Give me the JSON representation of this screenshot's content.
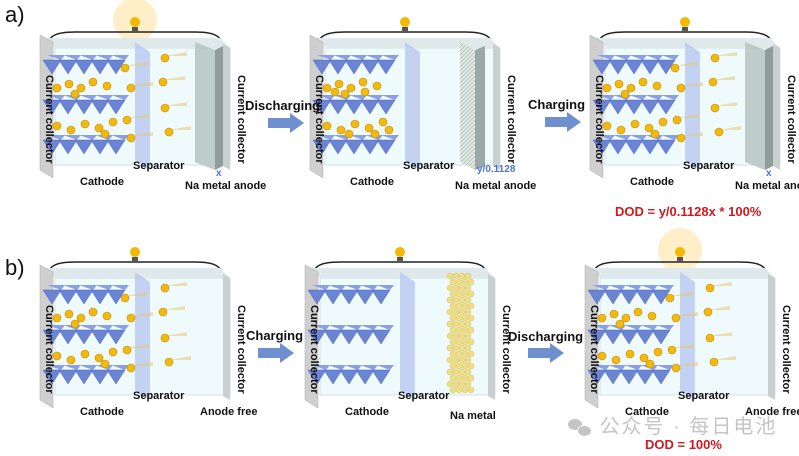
{
  "panels": [
    {
      "label": "a)",
      "steps": [
        {
          "id": "a1",
          "bulb": "bright",
          "left_collector": "Current collector",
          "right_collector": "Current collector",
          "cathode": "Cathode",
          "separator": "Separator",
          "anode": "Na metal anode",
          "anode_type": "thick",
          "measure": "x",
          "ions_left": "many",
          "ions_right": "migrating"
        },
        {
          "id": "a2",
          "bulb": "dim",
          "left_collector": "Current collector",
          "right_collector": "Current collector",
          "cathode": "Cathode",
          "separator": "Separator",
          "anode": "Na metal anode",
          "anode_type": "thin",
          "measure": "y/0.1128",
          "ions_left": "full",
          "ions_right": "none"
        },
        {
          "id": "a3",
          "bulb": "dim",
          "left_collector": "Current collector",
          "right_collector": "Current collector",
          "cathode": "Cathode",
          "separator": "Separator",
          "anode": "Na metal anode",
          "anode_type": "thick",
          "measure": "x",
          "ions_left": "many",
          "ions_right": "migrating"
        }
      ],
      "arrows": [
        "Discharging",
        "Charging"
      ],
      "formula": "DOD = y/0.1128x * 100%"
    },
    {
      "label": "b)",
      "steps": [
        {
          "id": "b1",
          "bulb": "dim",
          "left_collector": "Current collector",
          "right_collector": "Current collector",
          "cathode": "Cathode",
          "separator": "Separator",
          "anode": "Anode free",
          "anode_type": "none",
          "ions_left": "many",
          "ions_right": "migrating"
        },
        {
          "id": "b2",
          "bulb": "dim",
          "left_collector": "Current collector",
          "right_collector": "Current collector",
          "cathode": "Cathode",
          "separator": "Separator",
          "anode": "Na metal",
          "anode_type": "deposit",
          "ions_left": "none",
          "ions_right": "none"
        },
        {
          "id": "b3",
          "bulb": "bright",
          "left_collector": "Current collector",
          "right_collector": "Current collector",
          "cathode": "Cathode",
          "separator": "Separator",
          "anode": "Anode free",
          "anode_type": "none",
          "ions_left": "many",
          "ions_right": "migrating"
        }
      ],
      "arrows": [
        "Charging",
        "Discharging"
      ],
      "formula": "DOD = 100%"
    }
  ],
  "watermark": "公众号 · 每日电池",
  "colors": {
    "formula": "#d0191f",
    "arrow": "#6f8fcf",
    "separator": "#b8c8f0",
    "cathode": "#6c84d6",
    "ion": "#f2b90f",
    "collector": "#cfcfcf",
    "anode": "#9fb0b0",
    "measure": "#4a74d6"
  }
}
